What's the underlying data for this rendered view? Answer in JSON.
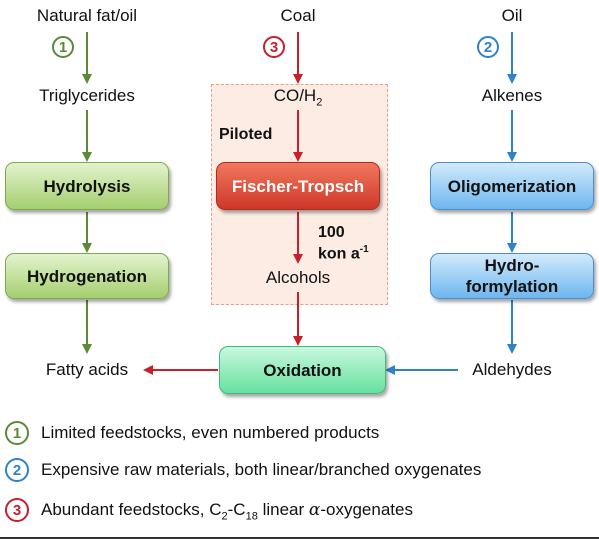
{
  "sources": {
    "natural": "Natural fat/oil",
    "coal": "Coal",
    "oil": "Oil"
  },
  "intermediates": {
    "triglycerides": "Triglycerides",
    "syngas_base": "CO/H",
    "syngas_sub": "2",
    "alkenes": "Alkenes",
    "alcohols": "Alcohols",
    "fatty_acids": "Fatty acids",
    "aldehydes": "Aldehydes"
  },
  "processes": {
    "hydrolysis": "Hydrolysis",
    "hydrogenation": "Hydrogenation",
    "fischer_tropsch": "Fischer-Tropsch",
    "oligomerization": "Oligomerization",
    "hydroformylation_line1": "Hydro-",
    "hydroformylation_line2": "formylation",
    "oxidation": "Oxidation"
  },
  "annotations": {
    "piloted": "Piloted",
    "capacity_line1": "100",
    "capacity_line2_main": "kon a",
    "capacity_line2_sup": "-1"
  },
  "route_numbers": {
    "route1": "1",
    "route2": "2",
    "route3": "3"
  },
  "legend": [
    {
      "number": "1",
      "text": "Limited feedstocks, even numbered products"
    },
    {
      "number": "2",
      "text": "Expensive raw materials, both linear/branched oxygenates"
    },
    {
      "number": "3",
      "text_prefix": "Abundant feedstocks, C",
      "sub1": "2",
      "dash": "-C",
      "sub2": "18",
      "text_mid": " linear ",
      "alpha": "α",
      "text_suffix": "-oxygenates"
    }
  ],
  "colors": {
    "green_route": "#5a8a35",
    "red_route": "#c8202a",
    "blue_route": "#2f82c9"
  }
}
